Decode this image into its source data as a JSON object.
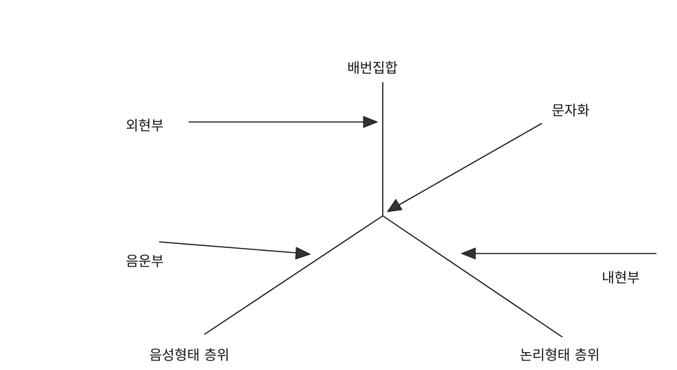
{
  "diagram": {
    "nodes": {
      "top": "배번집합",
      "overt": "외현부",
      "spellout": "문자화",
      "phonology": "음운부",
      "covert": "내현부",
      "pf": "음성형태 층위",
      "lf": "논리형태 층위"
    },
    "edges": [
      {
        "from": "배번집합",
        "to": "branch-point",
        "type": "line"
      },
      {
        "from": "branch-point",
        "to": "음성형태 층위",
        "type": "line"
      },
      {
        "from": "branch-point",
        "to": "논리형태 층위",
        "type": "line"
      },
      {
        "from": "외현부",
        "to": "배번집합 line",
        "type": "arrow"
      },
      {
        "from": "문자화",
        "to": "branch-point",
        "type": "arrow"
      },
      {
        "from": "음운부",
        "to": "음성형태 층위 line",
        "type": "arrow"
      },
      {
        "from": "내현부",
        "to": "논리형태 층위 line",
        "type": "arrow"
      }
    ]
  }
}
